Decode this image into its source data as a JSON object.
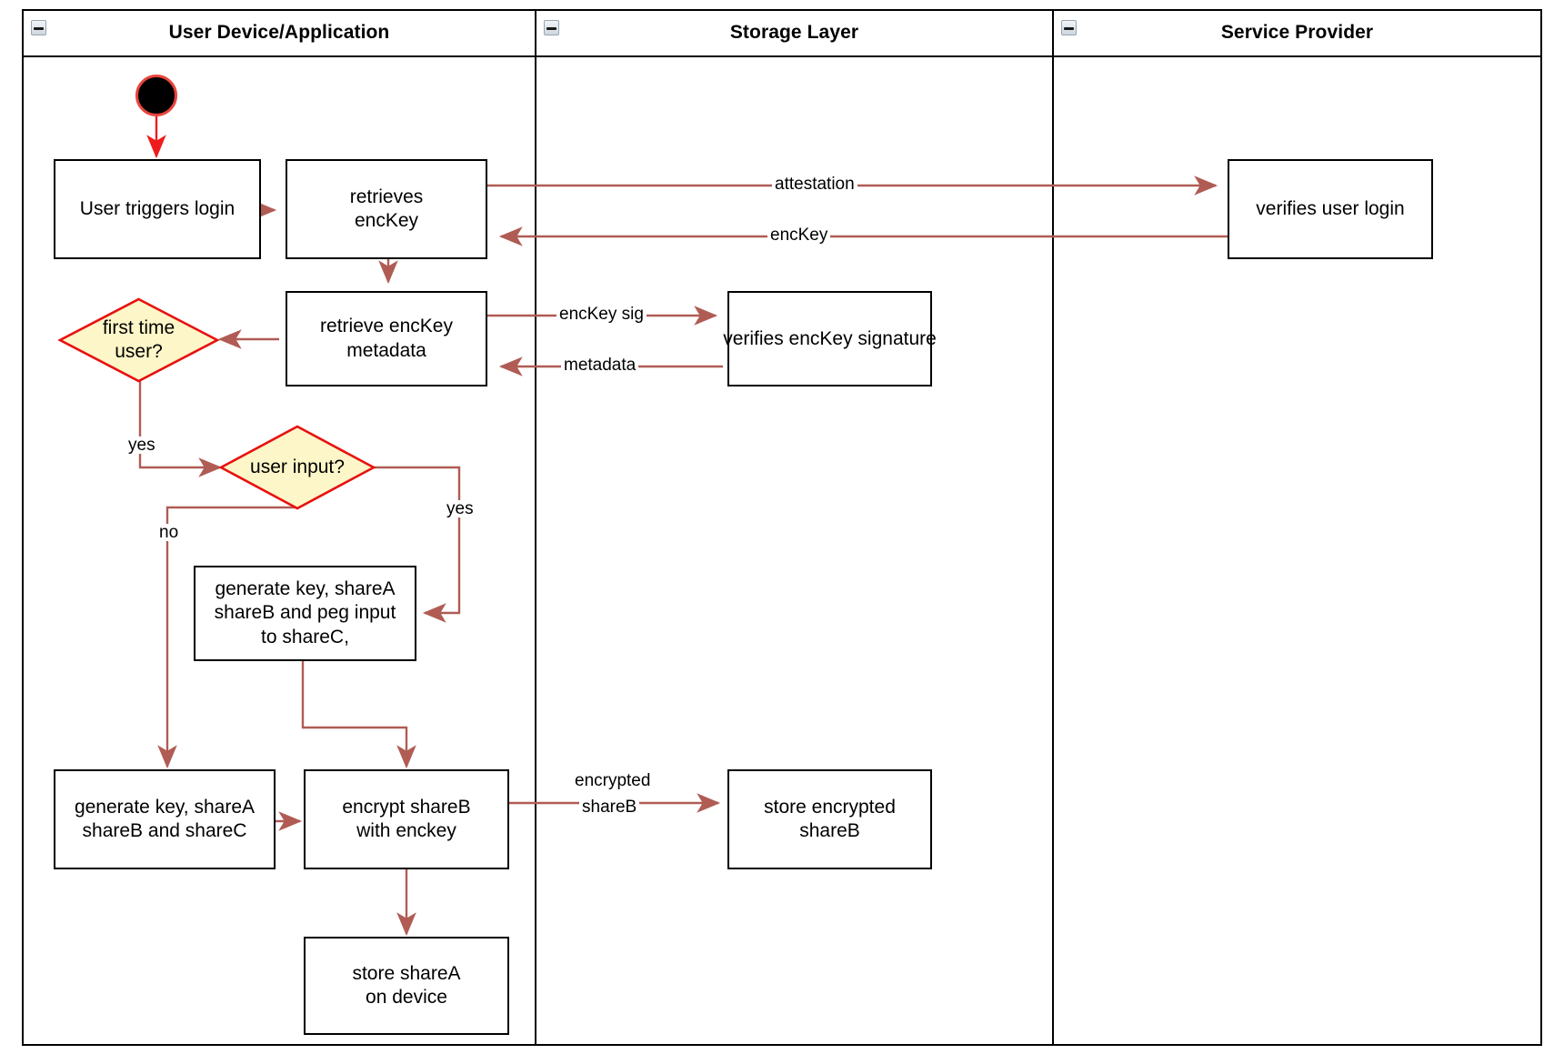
{
  "diagram": {
    "type": "swimlane-activity-diagram",
    "accent_flow_color": "#b05c54",
    "start_arrow_color": "#ee1c1c",
    "decision_fill": "#fdf6c8",
    "decision_stroke": "#e8110f",
    "node_stroke": "#000000",
    "background": "#ffffff"
  },
  "lanes": [
    {
      "id": "user-device",
      "title": "User Device/Application",
      "collapse_icon": "collapse-minus-icon"
    },
    {
      "id": "storage-layer",
      "title": "Storage Layer",
      "collapse_icon": "collapse-minus-icon"
    },
    {
      "id": "service-provider",
      "title": "Service Provider",
      "collapse_icon": "collapse-minus-icon"
    }
  ],
  "nodes": [
    {
      "id": "start",
      "kind": "start",
      "lane": "user-device",
      "label": ""
    },
    {
      "id": "user-triggers-login",
      "kind": "action",
      "lane": "user-device",
      "label": "User triggers login"
    },
    {
      "id": "retrieves-enckey",
      "kind": "action",
      "lane": "user-device",
      "label_line1": "retrieves",
      "label_line2": "encKey"
    },
    {
      "id": "retrieve-enckey-metadata",
      "kind": "action",
      "lane": "user-device",
      "label_line1": "retrieve encKey",
      "label_line2": "metadata"
    },
    {
      "id": "first-time-user",
      "kind": "decision",
      "lane": "user-device",
      "label_line1": "first time",
      "label_line2": "user?"
    },
    {
      "id": "user-input",
      "kind": "decision",
      "lane": "user-device",
      "label": "user input?"
    },
    {
      "id": "generate-peg",
      "kind": "action",
      "lane": "user-device",
      "label_line1": "generate key, shareA",
      "label_line2": "shareB and peg input",
      "label_line3": "to shareC,"
    },
    {
      "id": "generate-abc",
      "kind": "action",
      "lane": "user-device",
      "label_line1": "generate key, shareA",
      "label_line2": "shareB and shareC"
    },
    {
      "id": "encrypt-shareb",
      "kind": "action",
      "lane": "user-device",
      "label_line1": "encrypt shareB",
      "label_line2": "with enckey"
    },
    {
      "id": "store-sharea",
      "kind": "action",
      "lane": "user-device",
      "label_line1": "store shareA",
      "label_line2": "on device"
    },
    {
      "id": "verifies-enckey-signature",
      "kind": "action",
      "lane": "storage-layer",
      "label": "verifies encKey signature"
    },
    {
      "id": "store-encrypted-shareb",
      "kind": "action",
      "lane": "storage-layer",
      "label_line1": "store encrypted",
      "label_line2": "shareB"
    },
    {
      "id": "verifies-user-login",
      "kind": "action",
      "lane": "service-provider",
      "label": "verifies user login"
    }
  ],
  "edges": [
    {
      "id": "e-start",
      "from": "start",
      "to": "user-triggers-login",
      "label": ""
    },
    {
      "id": "e-login-retrieve",
      "from": "user-triggers-login",
      "to": "retrieves-enckey",
      "label": ""
    },
    {
      "id": "e-attestation",
      "from": "retrieves-enckey",
      "to": "verifies-user-login",
      "label": "attestation"
    },
    {
      "id": "e-enckey-back",
      "from": "verifies-user-login",
      "to": "retrieves-enckey",
      "label": "encKey"
    },
    {
      "id": "e-retrieve-meta",
      "from": "retrieves-enckey",
      "to": "retrieve-enckey-metadata",
      "label": ""
    },
    {
      "id": "e-enckey-sig",
      "from": "retrieve-enckey-metadata",
      "to": "verifies-enckey-signature",
      "label": "encKey sig"
    },
    {
      "id": "e-metadata",
      "from": "verifies-enckey-signature",
      "to": "retrieve-enckey-metadata",
      "label": "metadata"
    },
    {
      "id": "e-meta-firsttime",
      "from": "retrieve-enckey-metadata",
      "to": "first-time-user",
      "label": ""
    },
    {
      "id": "e-firsttime-yes",
      "from": "first-time-user",
      "to": "user-input",
      "label": "yes"
    },
    {
      "id": "e-userinput-yes",
      "from": "user-input",
      "to": "generate-peg",
      "label": "yes"
    },
    {
      "id": "e-userinput-no",
      "from": "user-input",
      "to": "generate-abc",
      "label": "no"
    },
    {
      "id": "e-peg-encrypt",
      "from": "generate-peg",
      "to": "encrypt-shareb",
      "label": ""
    },
    {
      "id": "e-abc-encrypt",
      "from": "generate-abc",
      "to": "encrypt-shareb",
      "label": ""
    },
    {
      "id": "e-encrypted-shareb",
      "from": "encrypt-shareb",
      "to": "store-encrypted-shareb",
      "label_line1": "encrypted",
      "label_line2": "shareB"
    },
    {
      "id": "e-encrypt-store-sharea",
      "from": "encrypt-shareb",
      "to": "store-sharea",
      "label": ""
    }
  ]
}
